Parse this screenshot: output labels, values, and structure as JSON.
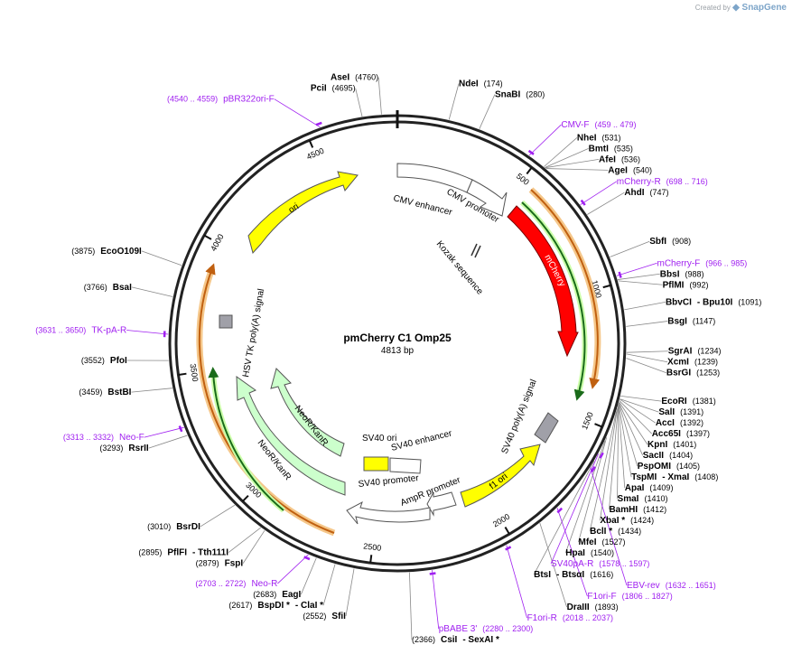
{
  "brand": {
    "prefix": "Created by",
    "name": "SnapGene"
  },
  "plasmid": {
    "name": "pmCherry C1 Omp25",
    "size": "4813 bp",
    "length": 4813
  },
  "ticks": [
    {
      "pos": 500,
      "label": "500"
    },
    {
      "pos": 1000,
      "label": "1000"
    },
    {
      "pos": 1500,
      "label": "1500"
    },
    {
      "pos": 2000,
      "label": "2000"
    },
    {
      "pos": 2500,
      "label": "2500"
    },
    {
      "pos": 3000,
      "label": "3000"
    },
    {
      "pos": 3500,
      "label": "3500"
    },
    {
      "pos": 4000,
      "label": "4000"
    },
    {
      "pos": 4500,
      "label": "4500"
    }
  ],
  "sites": [
    {
      "name": "AseI",
      "pos": "(4760)",
      "p": 4760
    },
    {
      "name": "PciI",
      "pos": "(4695)",
      "p": 4695
    },
    {
      "name": "NdeI",
      "pos": "(174)",
      "p": 174
    },
    {
      "name": "SnaBI",
      "pos": "(280)",
      "p": 280
    },
    {
      "name": "NheI",
      "pos": "(531)",
      "p": 531
    },
    {
      "name": "BmtI",
      "pos": "(535)",
      "p": 535
    },
    {
      "name": "AfeI",
      "pos": "(536)",
      "p": 536
    },
    {
      "name": "AgeI",
      "pos": "(540)",
      "p": 540
    },
    {
      "name": "AhdI",
      "pos": "(747)",
      "p": 747
    },
    {
      "name": "SbfI",
      "pos": "(908)",
      "p": 908
    },
    {
      "name": "BbsI",
      "pos": "(988)",
      "p": 988
    },
    {
      "name": "PflMI",
      "pos": "(992)",
      "p": 992
    },
    {
      "name": "BbvCI",
      "pos": "",
      "p": 1091,
      "extra": "- Bpu10I",
      "pos2": "(1091)"
    },
    {
      "name": "BsgI",
      "pos": "(1147)",
      "p": 1147
    },
    {
      "name": "SgrAI",
      "pos": "(1234)",
      "p": 1234
    },
    {
      "name": "XcmI",
      "pos": "(1239)",
      "p": 1239
    },
    {
      "name": "BsrGI",
      "pos": "(1253)",
      "p": 1253
    },
    {
      "name": "EcoRI",
      "pos": "(1381)",
      "p": 1381
    },
    {
      "name": "SalI",
      "pos": "(1391)",
      "p": 1391
    },
    {
      "name": "AccI",
      "pos": "(1392)",
      "p": 1392
    },
    {
      "name": "Acc65I",
      "pos": "(1397)",
      "p": 1397
    },
    {
      "name": "KpnI",
      "pos": "(1401)",
      "p": 1401
    },
    {
      "name": "SacII",
      "pos": "(1404)",
      "p": 1404
    },
    {
      "name": "PspOMI",
      "pos": "(1405)",
      "p": 1405
    },
    {
      "name": "TspMI",
      "pos": "",
      "p": 1408,
      "extra": "- XmaI",
      "pos2": "(1408)"
    },
    {
      "name": "ApaI",
      "pos": "(1409)",
      "p": 1409
    },
    {
      "name": "SmaI",
      "pos": "(1410)",
      "p": 1410
    },
    {
      "name": "BamHI",
      "pos": "(1412)",
      "p": 1412
    },
    {
      "name": "XbaI *",
      "pos": "(1424)",
      "p": 1424
    },
    {
      "name": "BclI *",
      "pos": "(1434)",
      "p": 1434
    },
    {
      "name": "MfeI",
      "pos": "(1527)",
      "p": 1527
    },
    {
      "name": "HpaI",
      "pos": "(1540)",
      "p": 1540
    },
    {
      "name": "BtsI",
      "pos": "",
      "p": 1616,
      "extra": "- BtsαI",
      "pos2": "(1616)"
    },
    {
      "name": "DraIII",
      "pos": "(1893)",
      "p": 1893
    },
    {
      "name": "CsiI",
      "pos": "(2366)",
      "p": 2366,
      "extra": "- SexAI *",
      "before": true
    },
    {
      "name": "SfiI",
      "pos": "(2552)",
      "p": 2552,
      "before": true
    },
    {
      "name": "BspDI *",
      "pos": "(2617)",
      "p": 2617,
      "extra": "- ClaI *",
      "before": true
    },
    {
      "name": "EagI",
      "pos": "(2683)",
      "p": 2683,
      "before": true
    },
    {
      "name": "FspI",
      "pos": "(2879)",
      "p": 2879,
      "before": true
    },
    {
      "name": "PflFI",
      "pos": "(2895)",
      "p": 2895,
      "extra": "- Tth111I",
      "before": true
    },
    {
      "name": "BsrDI",
      "pos": "(3010)",
      "p": 3010,
      "before": true
    },
    {
      "name": "RsrII",
      "pos": "(3293)",
      "p": 3293,
      "before": true
    },
    {
      "name": "BstBI",
      "pos": "(3459)",
      "p": 3459,
      "before": true
    },
    {
      "name": "PfoI",
      "pos": "(3552)",
      "p": 3552,
      "before": true
    },
    {
      "name": "BsaI",
      "pos": "(3766)",
      "p": 3766,
      "before": true
    },
    {
      "name": "EcoO109I",
      "pos": "(3875)",
      "p": 3875,
      "before": true
    }
  ],
  "primers": [
    {
      "name": "pBR322ori-F",
      "pos": "(4540 .. 4559)",
      "p": 4550
    },
    {
      "name": "CMV-F",
      "pos": "(459 .. 479)",
      "p": 469
    },
    {
      "name": "mCherry-R",
      "pos": "(698 .. 716)",
      "p": 707
    },
    {
      "name": "mCherry-F",
      "pos": "(966 .. 985)",
      "p": 975
    },
    {
      "name": "SV40pA-R",
      "pos": "(1578 .. 1597)",
      "p": 1588
    },
    {
      "name": "EBV-rev",
      "pos": "(1632 .. 1651)",
      "p": 1641
    },
    {
      "name": "F1ori-F",
      "pos": "(1806 .. 1827)",
      "p": 1816
    },
    {
      "name": "F1ori-R",
      "pos": "(2018 .. 2037)",
      "p": 2027
    },
    {
      "name": "pBABE 3'",
      "pos": "(2280 .. 2300)",
      "p": 2290
    },
    {
      "name": "Neo-R",
      "pos": "(2703 .. 2722)",
      "p": 2712
    },
    {
      "name": "Neo-F",
      "pos": "(3313 .. 3332)",
      "p": 3322
    },
    {
      "name": "TK-pA-R",
      "pos": "(3631 .. 3650)",
      "p": 3640
    }
  ],
  "features": {
    "cmv_enhancer": "CMV enhancer",
    "cmv_promoter": "CMV promoter",
    "kozak": "Kozak sequence",
    "mcherry": "mCherry",
    "sv40_polya": "SV40 poly(A) signal",
    "f1_ori": "f1 ori",
    "ampr_promoter": "AmpR promoter",
    "sv40_promoter": "SV40 promoter",
    "sv40_enhancer": "SV40 enhancer",
    "sv40_ori": "SV40 ori",
    "neor_kanr_1": "NeoR/KanR",
    "neor_kanr_2": "NeoR/KanR",
    "hsv_tk": "HSV TK poly(A) signal",
    "ori": "ori"
  },
  "colors": {
    "backbone": "#222222",
    "mcherry": "#ff0000",
    "ori": "#ffff00",
    "neor": "#ccffcc",
    "orf_orange": "#e8a040",
    "orf_green": "#2e8b2e",
    "primer": "#a020f0",
    "polya": "#a0a0a8"
  }
}
